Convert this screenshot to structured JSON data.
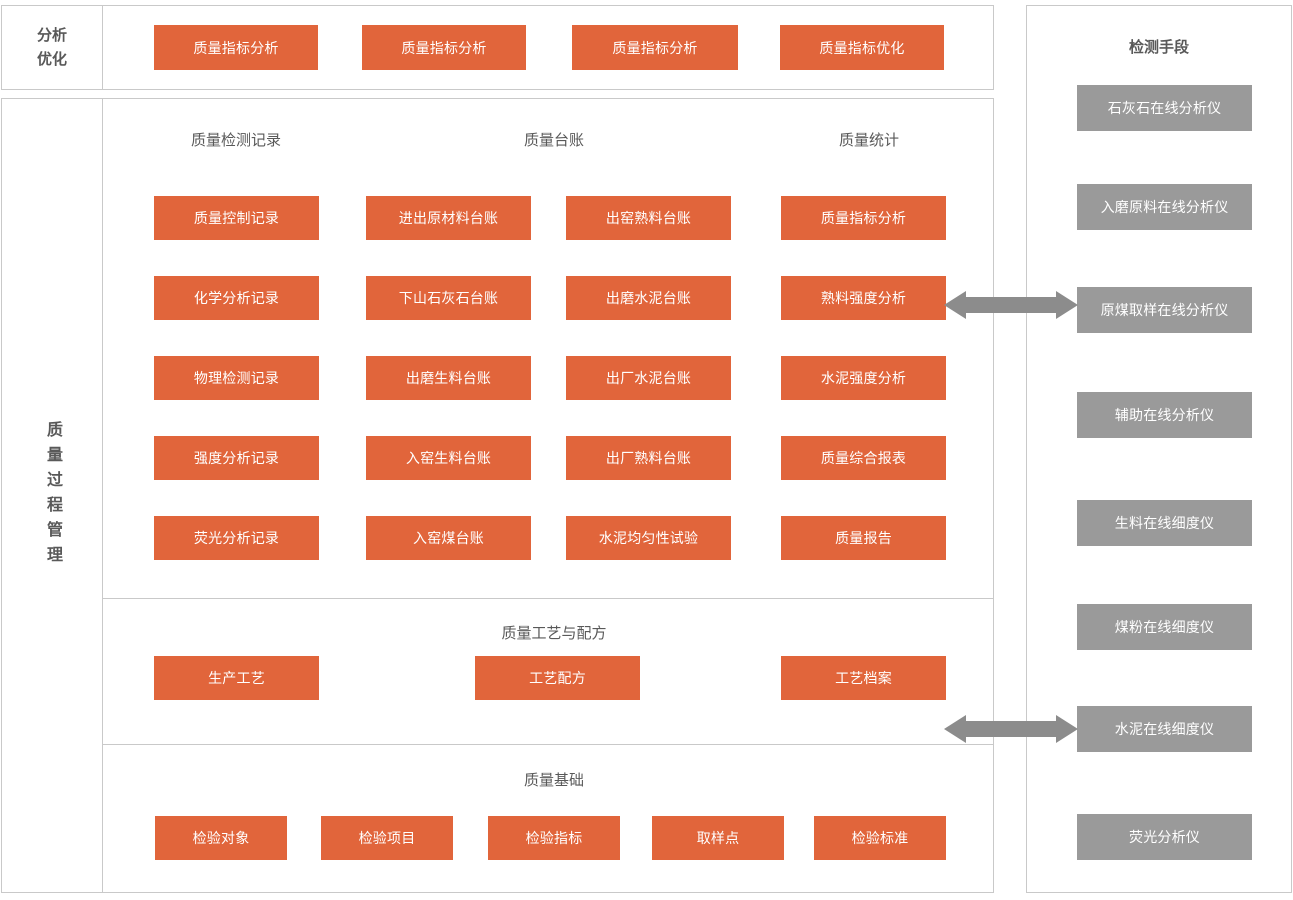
{
  "colors": {
    "orange": "#e1653b",
    "gray": "#9a9a9a",
    "border": "#c9c9c9",
    "text": "#595959",
    "arrow": "#8c8c8c"
  },
  "top_section": {
    "label": "分析\n优化",
    "label_line1": "分析",
    "label_line2": "优化",
    "boxes": [
      {
        "label": "质量指标分析"
      },
      {
        "label": "质量指标分析"
      },
      {
        "label": "质量指标分析"
      },
      {
        "label": "质量指标优化"
      }
    ]
  },
  "main_section": {
    "label": "质量过程管理",
    "groups": [
      {
        "caption": "质量检测记录"
      },
      {
        "caption": "质量台账"
      },
      {
        "caption": "质量统计"
      }
    ],
    "column1": [
      {
        "label": "质量控制记录"
      },
      {
        "label": "化学分析记录"
      },
      {
        "label": "物理检测记录"
      },
      {
        "label": "强度分析记录"
      },
      {
        "label": "荧光分析记录"
      }
    ],
    "column2": [
      {
        "label": "进出原材料台账"
      },
      {
        "label": "下山石灰石台账"
      },
      {
        "label": "出磨生料台账"
      },
      {
        "label": "入窑生料台账"
      },
      {
        "label": "入窑煤台账"
      }
    ],
    "column3": [
      {
        "label": "出窑熟料台账"
      },
      {
        "label": "出磨水泥台账"
      },
      {
        "label": "出厂水泥台账"
      },
      {
        "label": "出厂熟料台账"
      },
      {
        "label": "水泥均匀性试验"
      }
    ],
    "column4": [
      {
        "label": "质量指标分析"
      },
      {
        "label": "熟料强度分析"
      },
      {
        "label": "水泥强度分析"
      },
      {
        "label": "质量综合报表"
      },
      {
        "label": "质量报告"
      }
    ]
  },
  "process_section": {
    "caption": "质量工艺与配方",
    "boxes": [
      {
        "label": "生产工艺"
      },
      {
        "label": "工艺配方"
      },
      {
        "label": "工艺档案"
      }
    ]
  },
  "foundation_section": {
    "caption": "质量基础",
    "boxes": [
      {
        "label": "检验对象"
      },
      {
        "label": "检验项目"
      },
      {
        "label": "检验指标"
      },
      {
        "label": "取样点"
      },
      {
        "label": "检验标准"
      }
    ]
  },
  "sidebar": {
    "title": "检测手段",
    "items": [
      {
        "label": "石灰石在线分析仪"
      },
      {
        "label": "入磨原料在线分析仪"
      },
      {
        "label": "原煤取样在线分析仪"
      },
      {
        "label": "辅助在线分析仪"
      },
      {
        "label": "生料在线细度仪"
      },
      {
        "label": "煤粉在线细度仪"
      },
      {
        "label": "水泥在线细度仪"
      },
      {
        "label": "荧光分析仪"
      }
    ]
  },
  "connectors": [
    {
      "name": "arrow-quality-stats-to-coal-analyzer",
      "type": "double-arrow"
    },
    {
      "name": "arrow-process-to-cement-fineness",
      "type": "double-arrow"
    }
  ]
}
